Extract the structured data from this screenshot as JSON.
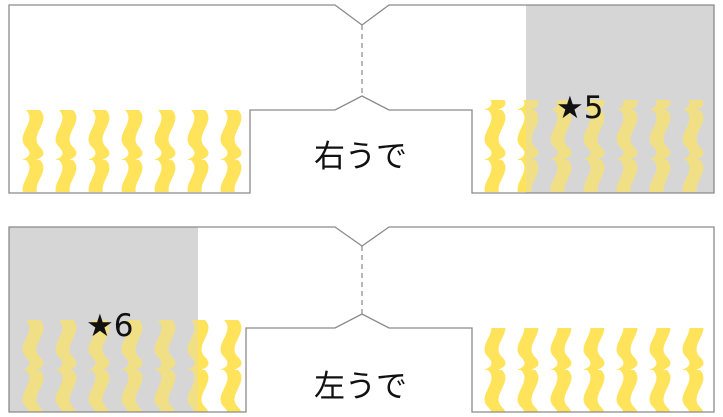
{
  "colors": {
    "shade": "#d6d6d6",
    "wave": "#ffe35a",
    "outline": "#8a8a8a",
    "text": "#111111"
  },
  "panels": [
    {
      "side_label": "右うで",
      "marker": "★5"
    },
    {
      "side_label": "左うで",
      "marker": "★6"
    }
  ]
}
